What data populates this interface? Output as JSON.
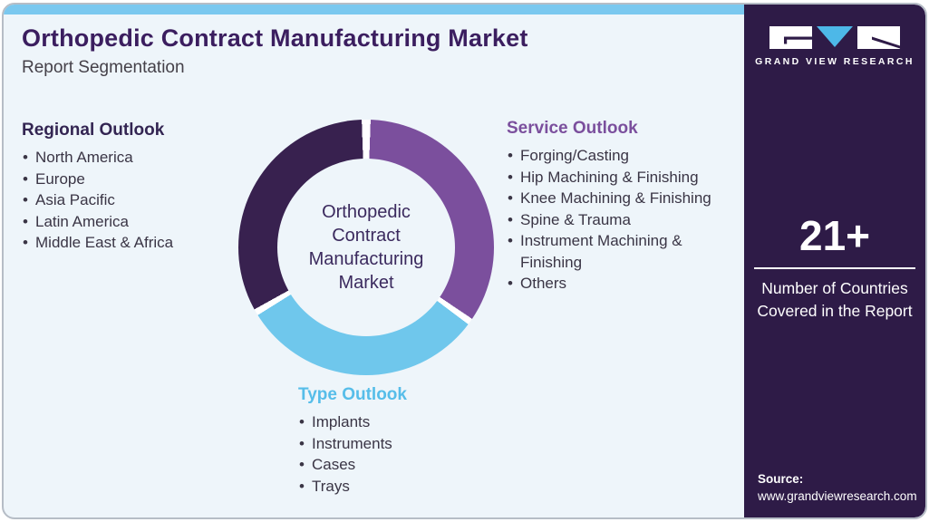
{
  "header": {
    "title": "Orthopedic Contract Manufacturing Market",
    "subtitle": "Report Segmentation"
  },
  "segments": {
    "regional": {
      "heading": "Regional Outlook",
      "items": [
        "North America",
        "Europe",
        "Asia Pacific",
        "Latin America",
        "Middle East & Africa"
      ]
    },
    "service": {
      "heading": "Service Outlook",
      "items": [
        "Forging/Casting",
        "Hip Machining & Finishing",
        "Knee Machining & Finishing",
        "Spine & Trauma",
        "Instrument Machining & Finishing",
        "Others"
      ]
    },
    "type": {
      "heading": "Type Outlook",
      "items": [
        "Implants",
        "Instruments",
        "Cases",
        "Trays"
      ]
    }
  },
  "chart_data": {
    "type": "pie",
    "subtype": "donut",
    "center_label": "Orthopedic Contract Manufacturing Market",
    "gap_color": "#ffffff",
    "legend_position": "around",
    "segments": [
      {
        "label": "Service Outlook",
        "color": "#7b4f9d",
        "start_deg": 2,
        "end_deg": 124,
        "share_pct": 35
      },
      {
        "label": "Type Outlook",
        "color": "#6fc7ec",
        "start_deg": 127,
        "end_deg": 238,
        "share_pct": 32
      },
      {
        "label": "Regional Outlook",
        "color": "#38214f",
        "start_deg": 241,
        "end_deg": 358,
        "share_pct": 33
      }
    ]
  },
  "sidebar": {
    "logo_text": "GRAND VIEW RESEARCH",
    "stat_value": "21+",
    "stat_label": "Number of Countries Covered in the Report",
    "source_label": "Source:",
    "source_url": "www.grandviewresearch.com"
  },
  "colors": {
    "title": "#3b1e5f",
    "regional_heading": "#332552",
    "service_heading": "#7b4f9d",
    "type_heading": "#56bde9",
    "body_text": "#3a3545",
    "card_bg": "#eef5fa",
    "top_strip": "#7ac8ef",
    "sidebar_bg": "#2e1b47",
    "logo_accent": "#4db8e8"
  }
}
